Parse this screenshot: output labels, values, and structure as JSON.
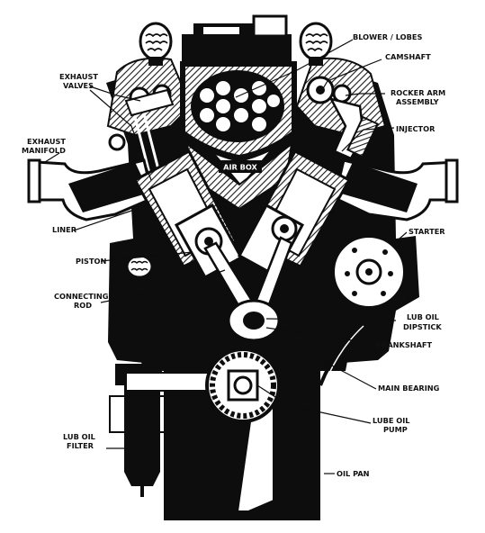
{
  "colors": {
    "ink": "#0d0d0d",
    "paper": "#ffffff",
    "hatch": "#1a1a1a"
  },
  "labels": {
    "blower_lobes": "BLOWER / LOBES",
    "camshaft": "CAMSHAFT",
    "exhaust_valves_1": "EXHAUST",
    "exhaust_valves_2": "VALVES",
    "rocker_arm_1": "ROCKER ARM",
    "rocker_arm_2": "ASSEMBLY",
    "injector": "INJECTOR",
    "exhaust_manifold_1": "EXHAUST",
    "exhaust_manifold_2": "MANIFOLD",
    "air_box": "AIR BOX",
    "liner": "LINER",
    "starter": "STARTER",
    "piston": "PISTON",
    "connecting_rod_1": "CONNECTING",
    "connecting_rod_2": "ROD",
    "lub_oil_dipstick_1": "LUB OIL",
    "lub_oil_dipstick_2": "DIPSTICK",
    "crankshaft": "CRANKSHAFT",
    "main_bearing": "MAIN BEARING",
    "lube_oil_pump_1": "LUBE OIL",
    "lube_oil_pump_2": "PUMP",
    "lub_oil_filter_1": "LUB OIL",
    "lub_oil_filter_2": "FILTER",
    "oil_pan": "OIL PAN"
  }
}
